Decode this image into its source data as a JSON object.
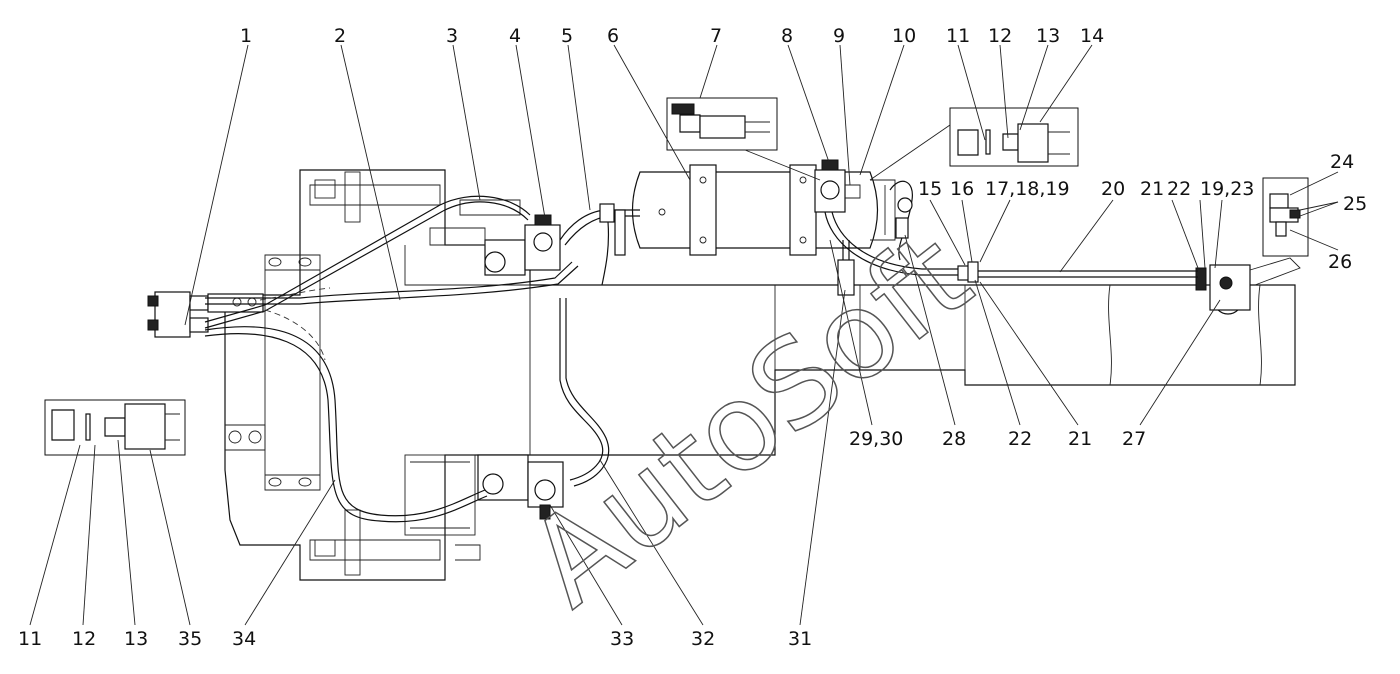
{
  "callouts": [
    {
      "id": "c1",
      "text": "1"
    },
    {
      "id": "c2",
      "text": "2"
    },
    {
      "id": "c3",
      "text": "3"
    },
    {
      "id": "c4",
      "text": "4"
    },
    {
      "id": "c5",
      "text": "5"
    },
    {
      "id": "c6",
      "text": "6"
    },
    {
      "id": "c7",
      "text": "7"
    },
    {
      "id": "c8",
      "text": "8"
    },
    {
      "id": "c9",
      "text": "9"
    },
    {
      "id": "c10",
      "text": "10"
    },
    {
      "id": "c11a",
      "text": "11"
    },
    {
      "id": "c12a",
      "text": "12"
    },
    {
      "id": "c13a",
      "text": "13"
    },
    {
      "id": "c14",
      "text": "14"
    },
    {
      "id": "c15",
      "text": "15"
    },
    {
      "id": "c16",
      "text": "16"
    },
    {
      "id": "c17",
      "text": "17,18,19"
    },
    {
      "id": "c20",
      "text": "20"
    },
    {
      "id": "c21a",
      "text": "21"
    },
    {
      "id": "c22a",
      "text": "22"
    },
    {
      "id": "c1923",
      "text": "19,23"
    },
    {
      "id": "c24",
      "text": "24"
    },
    {
      "id": "c25",
      "text": "25"
    },
    {
      "id": "c26",
      "text": "26"
    },
    {
      "id": "c2930",
      "text": "29,30"
    },
    {
      "id": "c28",
      "text": "28"
    },
    {
      "id": "c22b",
      "text": "22"
    },
    {
      "id": "c21b",
      "text": "21"
    },
    {
      "id": "c27",
      "text": "27"
    },
    {
      "id": "c11b",
      "text": "11"
    },
    {
      "id": "c12b",
      "text": "12"
    },
    {
      "id": "c13b",
      "text": "13"
    },
    {
      "id": "c35",
      "text": "35"
    },
    {
      "id": "c34",
      "text": "34"
    },
    {
      "id": "c33",
      "text": "33"
    },
    {
      "id": "c32",
      "text": "32"
    },
    {
      "id": "c31",
      "text": "31"
    }
  ],
  "watermark": "AutoSoft",
  "colors": {
    "line": "#111111",
    "background": "#ffffff"
  }
}
